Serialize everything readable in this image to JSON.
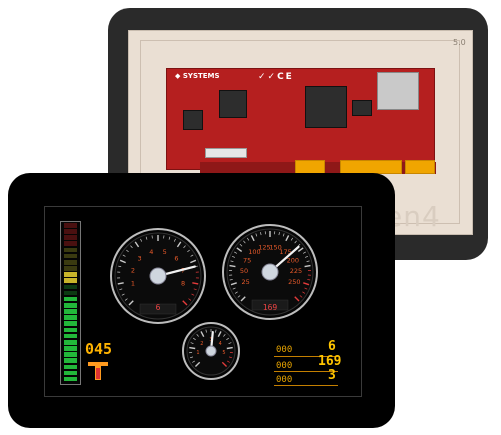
{
  "back_module": {
    "version": "5.0",
    "brand_fragment": "en4",
    "pcb_brand": "SYSTEMS",
    "cert_marks": "✓✓CE"
  },
  "front_display": {
    "bar_meter": {
      "level": 0.55
    },
    "digital_readout": "045",
    "gauges": [
      {
        "name": "left-gauge",
        "ticks": [
          "1",
          "2",
          "3",
          "4",
          "5",
          "6",
          "7",
          "8"
        ],
        "value_text": "6"
      },
      {
        "name": "right-gauge",
        "ticks": [
          "25",
          "50",
          "75",
          "100",
          "125",
          "150",
          "175",
          "200",
          "225",
          "250"
        ],
        "value_text": "169"
      },
      {
        "name": "small-gauge",
        "ticks": [
          "1",
          "2",
          "3",
          "4",
          "5"
        ],
        "value_text": ""
      }
    ],
    "readouts": [
      {
        "label": "000",
        "value": "6"
      },
      {
        "label": "000",
        "value": "169"
      },
      {
        "label": "000",
        "value": "3"
      }
    ]
  },
  "colors": {
    "accent_amber": "#ffc400",
    "gauge_red": "#e43b3b",
    "pcb_red": "#b51f1f"
  }
}
